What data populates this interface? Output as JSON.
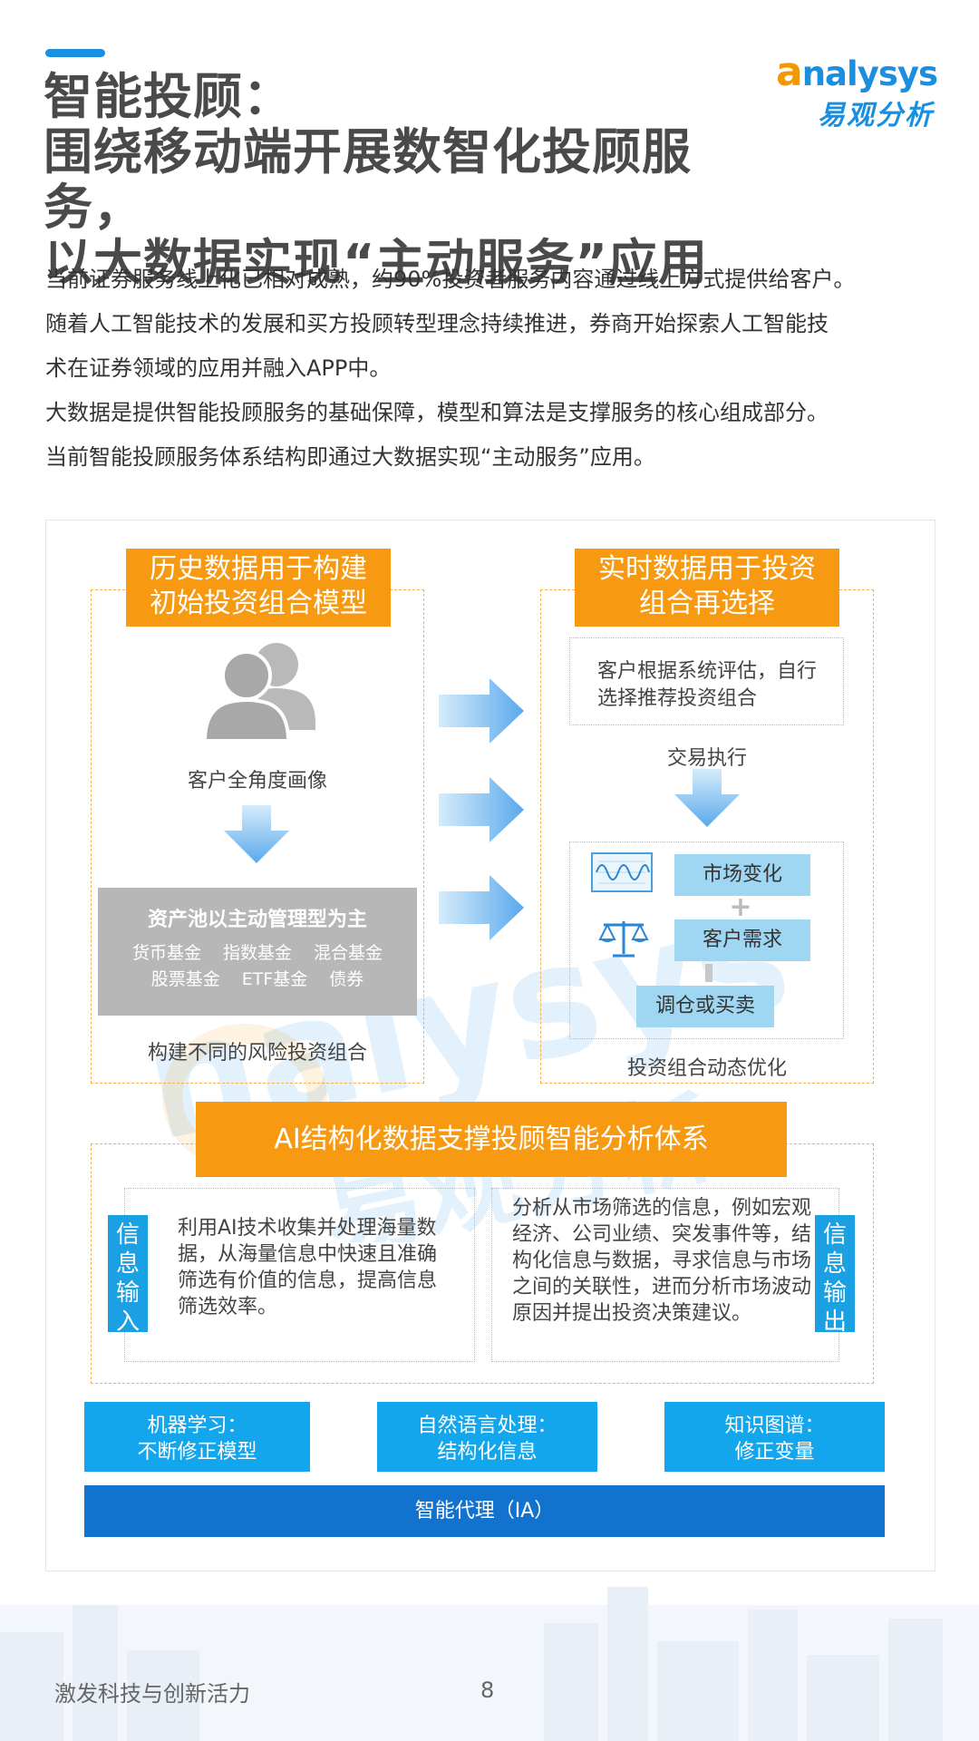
{
  "header": {
    "title_lines": [
      "智能投顾：",
      "围绕移动端开展数智化投顾服务，",
      "以大数据实现“主动服务”应用"
    ],
    "logo_en_first": "a",
    "logo_en_rest": "nalysys",
    "logo_cn": "易观分析"
  },
  "intro": {
    "lines": [
      "当前证券服务线上化已相对成熟，约90%投资者服务内容通过线上方式提供给客户。",
      "随着人工智能技术的发展和买方投顾转型理念持续推进，券商开始探索人工智能技",
      "术在证券领域的应用并融入APP中。",
      "大数据是提供智能投顾服务的基础保障，模型和算法是支撑服务的核心组成部分。",
      "当前智能投顾服务体系结构即通过大数据实现“主动服务”应用。"
    ]
  },
  "diagram": {
    "left": {
      "heading_lines": [
        "历史数据用于构建",
        "初始投资组合模型"
      ],
      "persona_label": "客户全角度画像",
      "asset_pool_title": "资产池以主动管理型为主",
      "asset_pool_line1": "货币基金 指数基金 混合基金",
      "asset_pool_line2": "股票基金 ETF基金 债券",
      "footer": "构建不同的风险投资组合"
    },
    "right": {
      "heading_lines": [
        "实时数据用于投资",
        "组合再选择"
      ],
      "evaluation_text": "客户根据系统评估，自行选择推荐投资组合",
      "trade_label": "交易执行",
      "market_change": "市场变化",
      "plus": "+",
      "customer_demand": "客户需求",
      "adjust": "调仓或买卖",
      "footer": "投资组合动态优化"
    },
    "ai": {
      "heading": "AI结构化数据支撑投顾智能分析体系",
      "input_label": [
        "信",
        "息",
        "输",
        "入"
      ],
      "output_label": [
        "信",
        "息",
        "输",
        "出"
      ],
      "input_text": "利用AI技术收集并处理海量数据，从海量信息中快速且准确筛选有价值的信息，提高信息筛选效率。",
      "output_text": "分析从市场筛选的信息，例如宏观经济、公司业绩、突发事件等，结构化信息与数据，寻求信息与市场之间的关联性，进而分析市场波动原因并提出投资决策建议。"
    },
    "chips": [
      {
        "line1": "机器学习：",
        "line2": "不断修正模型"
      },
      {
        "line1": "自然语言处理：",
        "line2": "结构化信息"
      },
      {
        "line1": "知识图谱：",
        "line2": "修正变量"
      }
    ],
    "ia_bar": "智能代理（IA）"
  },
  "colors": {
    "accent_blue": "#1a8fe0",
    "orange": "#f79a12",
    "chip_blue": "#14a6ec",
    "bar_blue": "#1273cf",
    "pill_blue": "#9fd6f2",
    "gray_box": "#b7b7b7"
  },
  "footer": {
    "slogan": "激发科技与创新活力",
    "page_number": "8"
  }
}
